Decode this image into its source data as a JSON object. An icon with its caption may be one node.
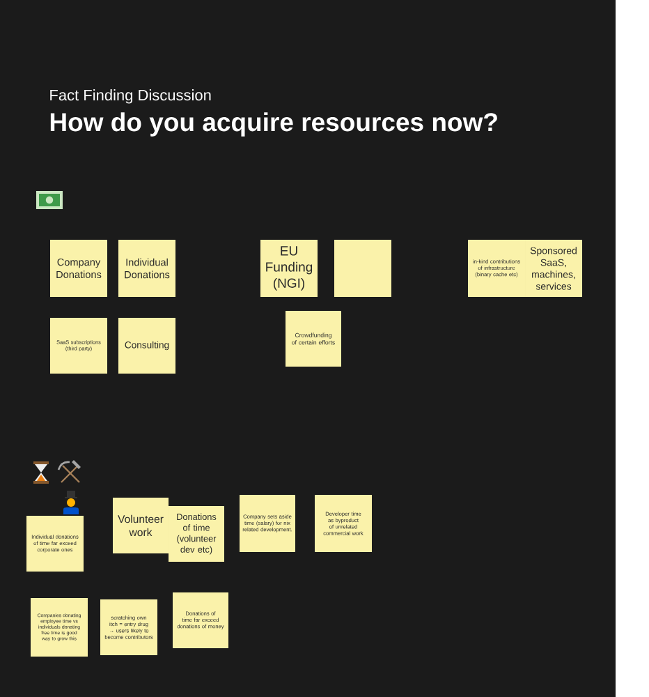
{
  "diagram": {
    "title": "How do you acquire resources now?",
    "nodes": [
      {
        "text": [
          "Company Donations"
        ]
      },
      {
        "text": [
          "Individual Donations"
        ]
      },
      {
        "text": [
          "EU Funding (NGI)"
        ]
      },
      {
        "text": [],
        "shape": "box"
      },
      {
        "text": [
          "in-kind contributions of infrastructure (binary cache etc)"
        ]
      },
      {
        "text": [
          "Sponsored SaaS, machines, services"
        ]
      },
      {
        "text": [
          "SaaS subscriptions (third party)"
        ]
      },
      {
        "text": [
          "Consulting"
        ]
      },
      {
        "text": [
          "Crowdfunding of certain efforts"
        ]
      },
      {
        "text": [
          "Individual donations of time far exceed corporate ones"
        ]
      },
      {
        "text": [
          "Volunteer work"
        ]
      },
      {
        "text": [
          "Donations of time (volunteer dev etc)"
        ]
      },
      {
        "text": [
          "Company sets aside time (salary) for nix related development."
        ]
      },
      {
        "text": [
          "Developer time as byproduct of unrelated commercial work"
        ]
      },
      {
        "text": [
          "Companies donating employee time vs individuals donating free time is good way to grow this"
        ]
      },
      {
        "text": [
          "scratching own itch = entry drug → users likely to become contributors"
        ]
      },
      {
        "text": [
          "Donations of time far exceed donations of money"
        ]
      }
    ],
    "labels": [
      "Fact Finding Discussion"
    ]
  }
}
